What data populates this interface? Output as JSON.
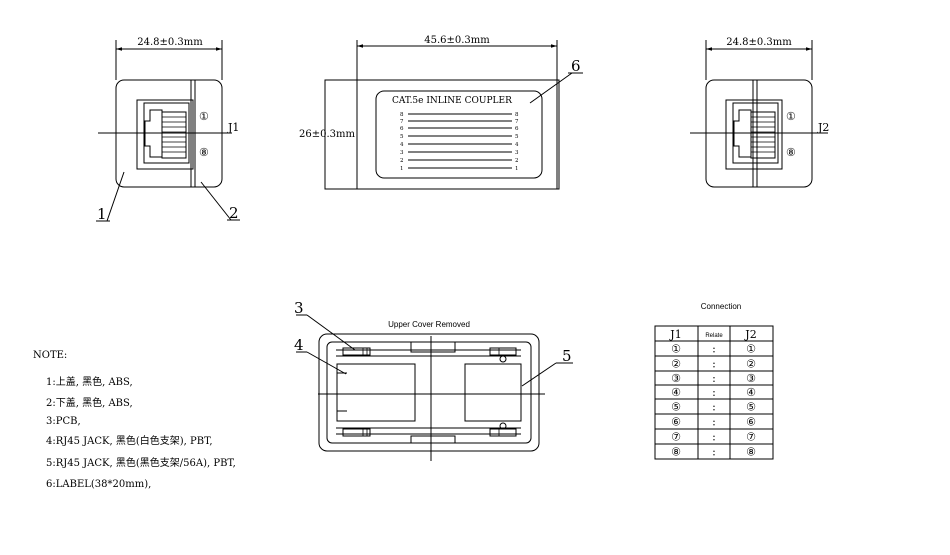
{
  "views": {
    "left": {
      "width_dim": "24.8±0.3mm",
      "jack_label": "J1",
      "pin_first": "①",
      "pin_last": "⑧",
      "callout_a": "1",
      "callout_b": "2"
    },
    "top": {
      "width_dim": "45.6±0.3mm",
      "height_dim": "26±0.3mm",
      "callout": "6",
      "label_title": "CAT.5e   INLINE   COUPLER",
      "pins": [
        "8",
        "7",
        "6",
        "5",
        "4",
        "3",
        "2",
        "1"
      ]
    },
    "right": {
      "width_dim": "24.8±0.3mm",
      "jack_label": "J2",
      "pin_first": "①",
      "pin_last": "⑧"
    },
    "bottom": {
      "title": "Upper Cover Removed",
      "callout_3": "3",
      "callout_4": "4",
      "callout_5": "5"
    }
  },
  "notes": {
    "heading": "NOTE:",
    "items": [
      "1:上盖, 黑色, ABS,",
      "2:下盖, 黑色, ABS,",
      "3:PCB,",
      "4:RJ45  JACK, 黑色(白色支架), PBT,",
      "5:RJ45  JACK, 黑色(黑色支架/56A), PBT,",
      "6:LABEL(38*20mm),"
    ]
  },
  "connection": {
    "title": "Connection",
    "headers": [
      "J1",
      "Relate",
      "J2"
    ],
    "rows": [
      [
        "①",
        ":",
        "①"
      ],
      [
        "②",
        ":",
        "②"
      ],
      [
        "③",
        ":",
        "③"
      ],
      [
        "④",
        ":",
        "④"
      ],
      [
        "⑤",
        ":",
        "⑤"
      ],
      [
        "⑥",
        ":",
        "⑥"
      ],
      [
        "⑦",
        ":",
        "⑦"
      ],
      [
        "⑧",
        ":",
        "⑧"
      ]
    ]
  }
}
